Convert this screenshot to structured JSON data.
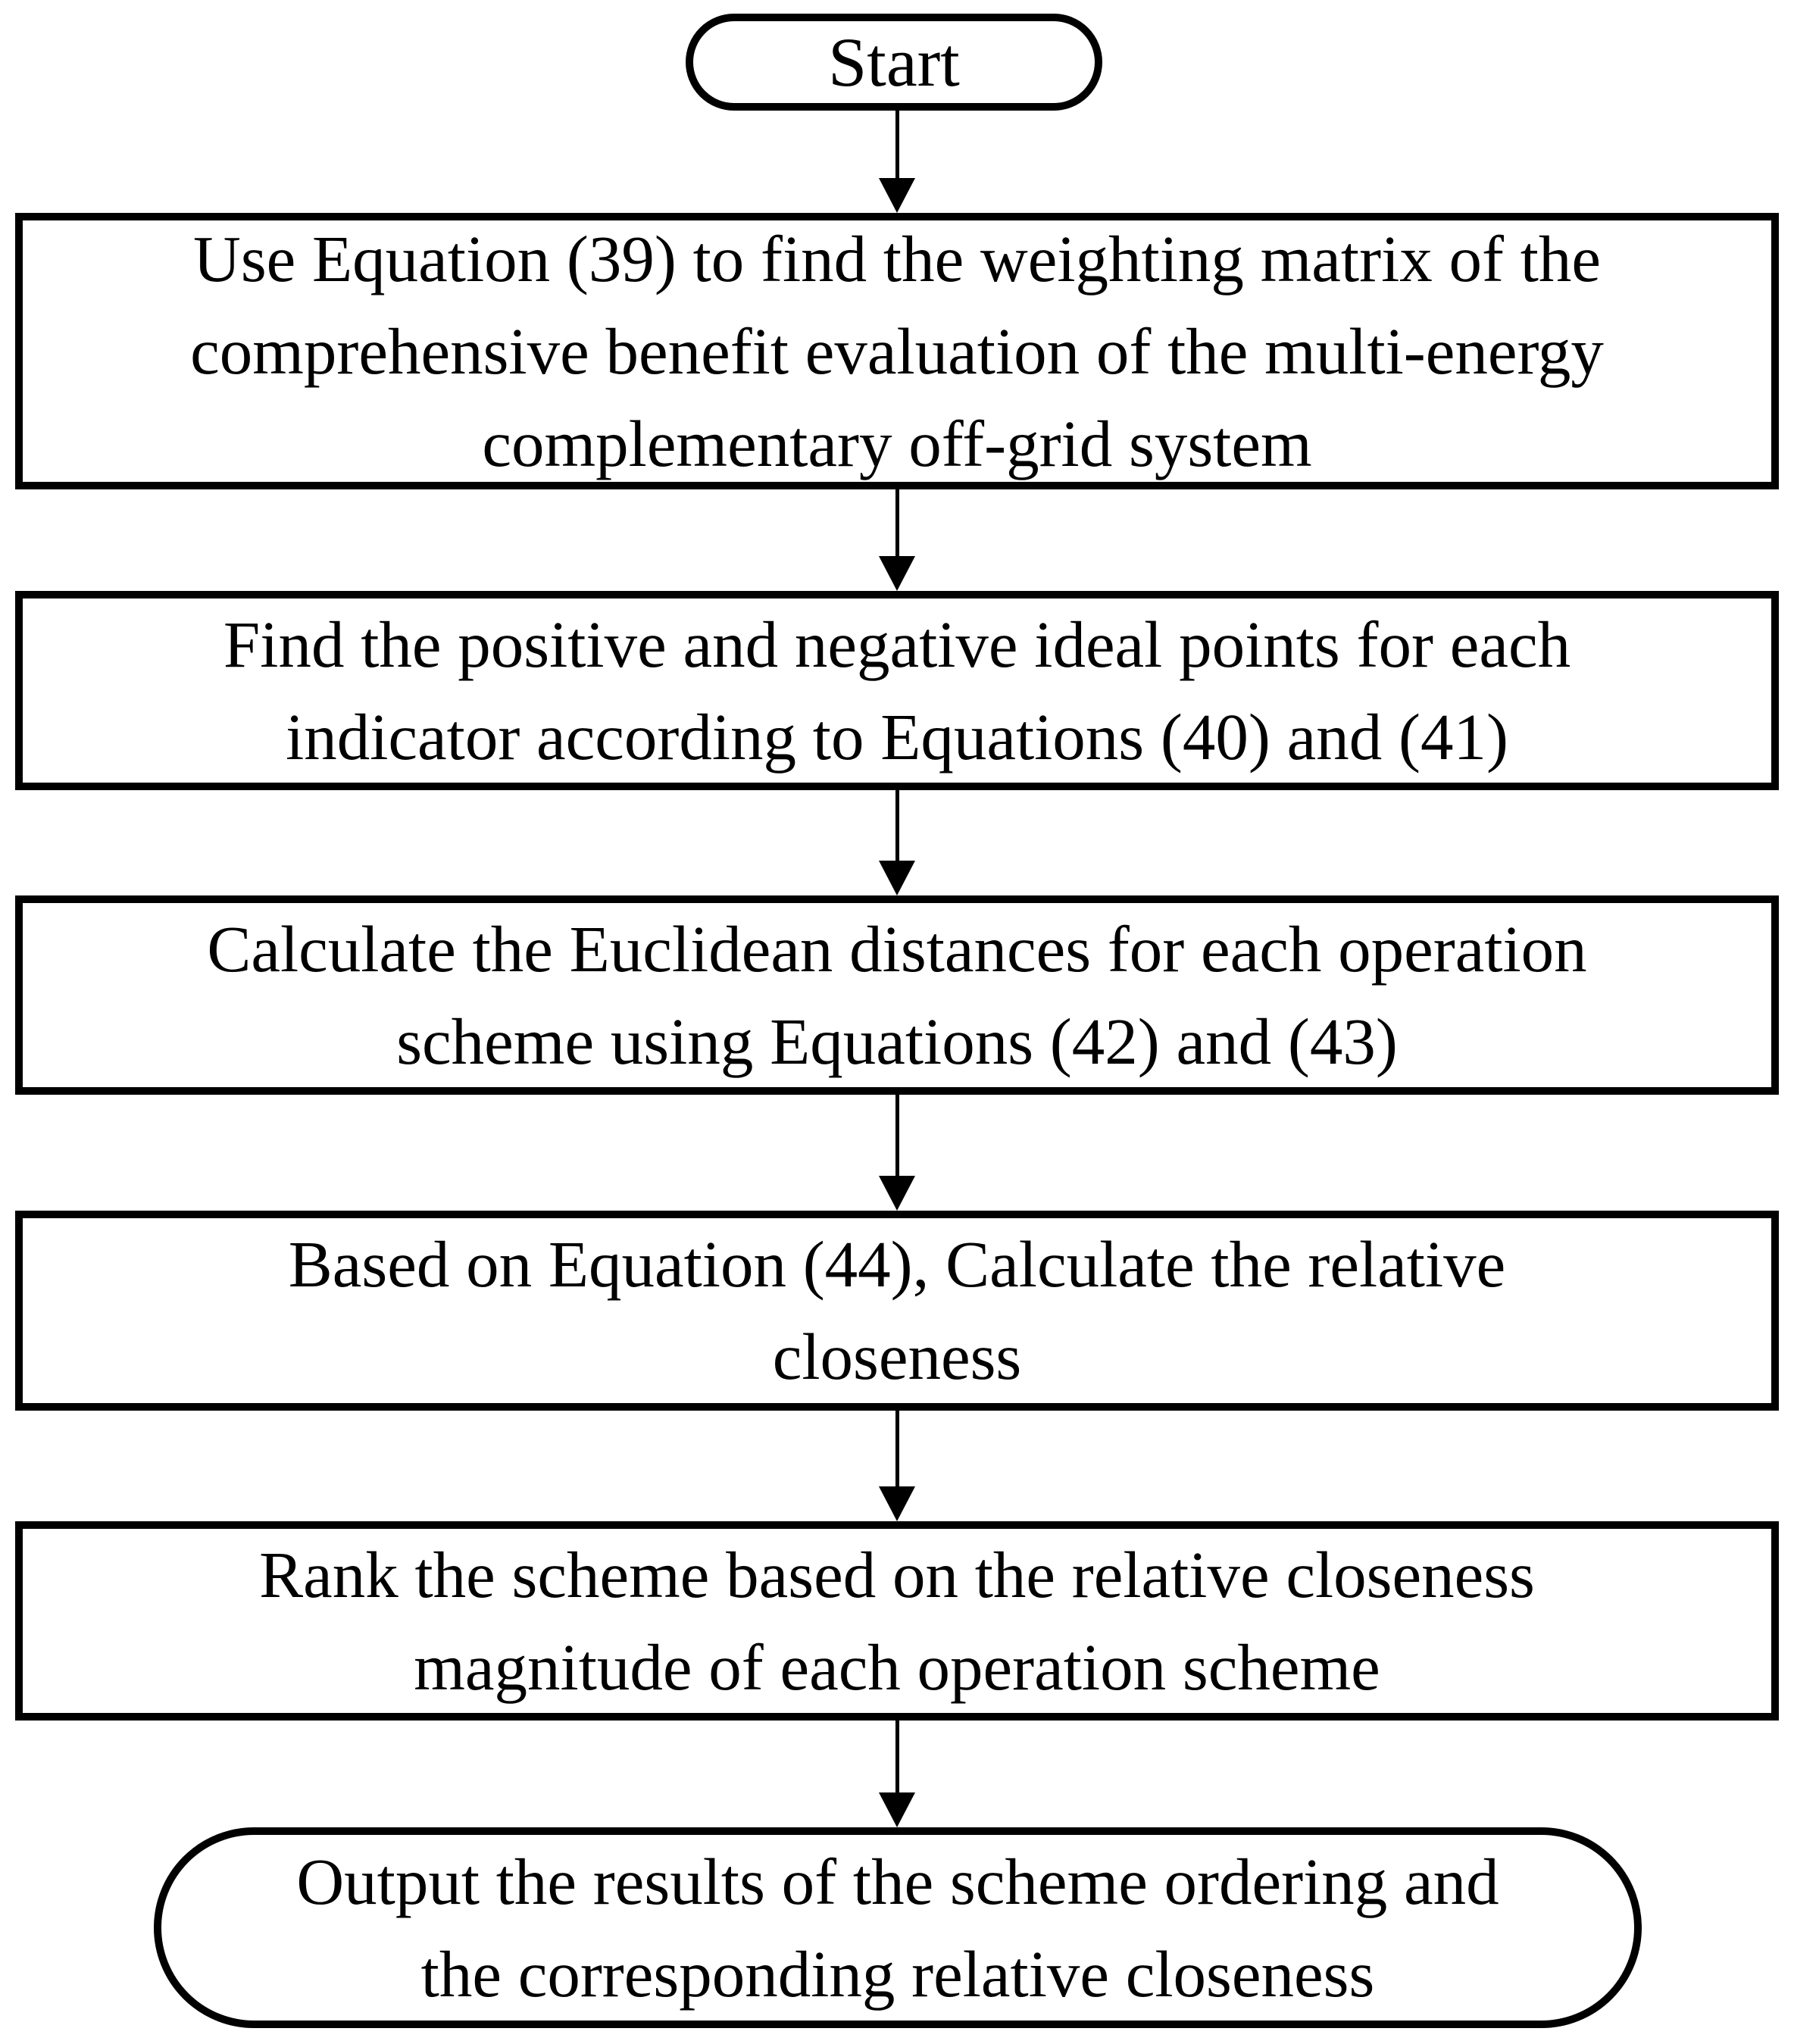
{
  "diagram_type": "flowchart",
  "colors": {
    "stroke": "#000000",
    "fill": "#ffffff",
    "text": "#000000"
  },
  "nodes": [
    {
      "id": "start",
      "shape": "terminator",
      "lines": [
        "Start"
      ]
    },
    {
      "id": "step-1",
      "shape": "process",
      "lines": [
        "Use Equation (39) to find the weighting matrix of the",
        "comprehensive benefit evaluation of the multi-energy",
        "complementary off-grid system"
      ]
    },
    {
      "id": "step-2",
      "shape": "process",
      "lines": [
        "Find the positive and negative ideal points for each",
        "indicator according to Equations (40) and (41)"
      ]
    },
    {
      "id": "step-3",
      "shape": "process",
      "lines": [
        "Calculate the Euclidean distances for each operation",
        "scheme using Equations (42) and (43)"
      ]
    },
    {
      "id": "step-4",
      "shape": "process",
      "lines": [
        "Based on Equation (44), Calculate the relative",
        "closeness"
      ]
    },
    {
      "id": "step-5",
      "shape": "process",
      "lines": [
        "Rank the scheme based on the relative closeness",
        "magnitude of each operation scheme"
      ]
    },
    {
      "id": "end",
      "shape": "terminator",
      "lines": [
        "Output the results of the scheme ordering and",
        "the corresponding relative closeness"
      ]
    }
  ]
}
